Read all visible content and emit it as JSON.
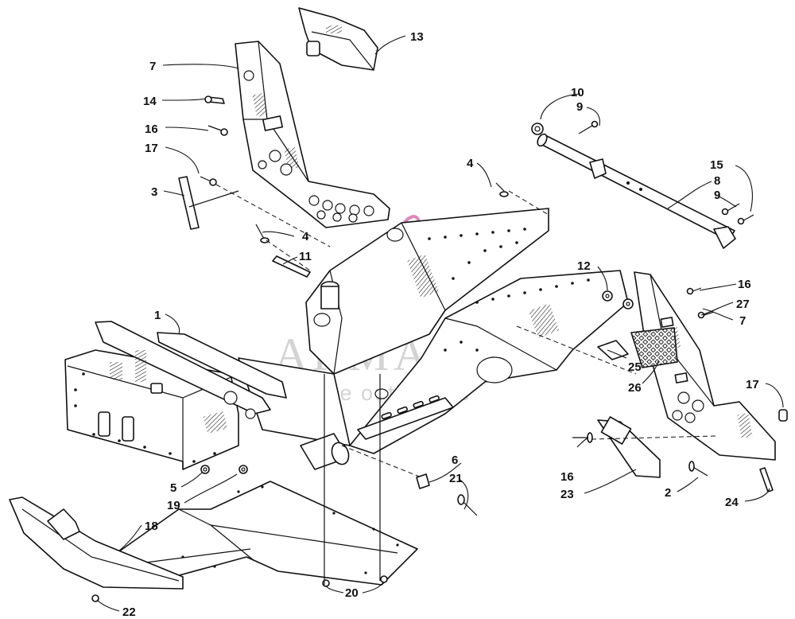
{
  "watermark": {
    "title": "ARMADA",
    "subtitle": "marine outboards",
    "logo_color": "#d96aa8",
    "text_color": "#b0b0b0"
  },
  "callouts": [
    {
      "id": "c1",
      "label": "1"
    },
    {
      "id": "c2",
      "label": "2"
    },
    {
      "id": "c3",
      "label": "3"
    },
    {
      "id": "c4a",
      "label": "4"
    },
    {
      "id": "c4b",
      "label": "4"
    },
    {
      "id": "c5",
      "label": "5"
    },
    {
      "id": "c6",
      "label": "6"
    },
    {
      "id": "c7a",
      "label": "7"
    },
    {
      "id": "c7b",
      "label": "7"
    },
    {
      "id": "c8",
      "label": "8"
    },
    {
      "id": "c9a",
      "label": "9"
    },
    {
      "id": "c9b",
      "label": "9"
    },
    {
      "id": "c10",
      "label": "10"
    },
    {
      "id": "c11",
      "label": "11"
    },
    {
      "id": "c12",
      "label": "12"
    },
    {
      "id": "c13",
      "label": "13"
    },
    {
      "id": "c14",
      "label": "14"
    },
    {
      "id": "c15",
      "label": "15"
    },
    {
      "id": "c16a",
      "label": "16"
    },
    {
      "id": "c16b",
      "label": "16"
    },
    {
      "id": "c16c",
      "label": "16"
    },
    {
      "id": "c17a",
      "label": "17"
    },
    {
      "id": "c17b",
      "label": "17"
    },
    {
      "id": "c18",
      "label": "18"
    },
    {
      "id": "c19",
      "label": "19"
    },
    {
      "id": "c20",
      "label": "20"
    },
    {
      "id": "c21",
      "label": "21"
    },
    {
      "id": "c22",
      "label": "22"
    },
    {
      "id": "c23",
      "label": "23"
    },
    {
      "id": "c24",
      "label": "24"
    },
    {
      "id": "c25",
      "label": "25"
    },
    {
      "id": "c26",
      "label": "26"
    },
    {
      "id": "c27",
      "label": "27"
    }
  ]
}
